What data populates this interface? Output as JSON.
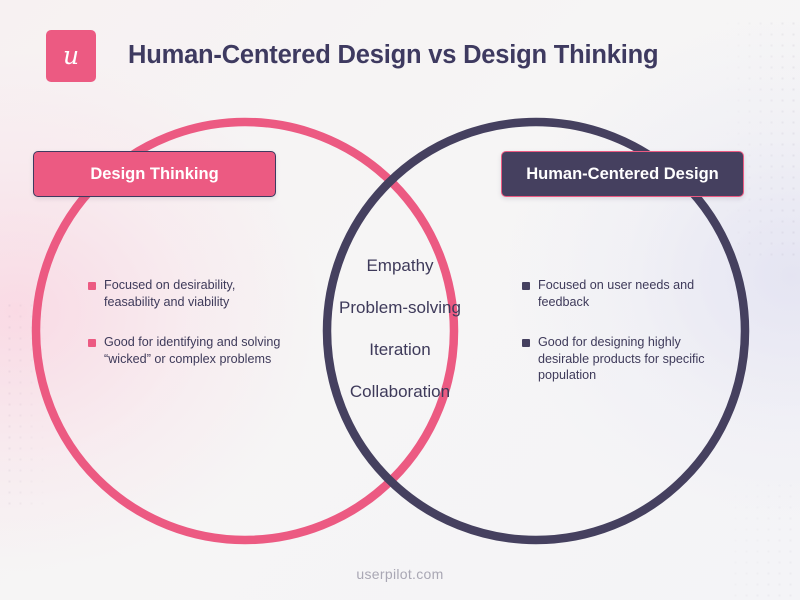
{
  "header": {
    "logo_letter": "u",
    "logo_name": "userpilot-logo",
    "title": "Human-Centered Design vs Design Thinking"
  },
  "colors": {
    "pink": "#ec5a82",
    "navy": "#45405f",
    "title_text": "#3e3a60",
    "body_text": "#3e3a5a",
    "footer_text": "#a9a7b4",
    "background": "#f6f5f5"
  },
  "venn": {
    "left_circle": {
      "label": "Design Thinking",
      "color": "#ec5a82",
      "badge_text_color": "#ffffff",
      "badge_border_color": "#3e3a60",
      "bullets": [
        "Focused on desirability, feasability and viability",
        "Good for identifying and solving “wicked” or complex problems"
      ]
    },
    "right_circle": {
      "label": "Human-Centered Design",
      "color": "#45405f",
      "badge_text_color": "#ffffff",
      "badge_border_color": "#ec5a82",
      "bullets": [
        "Focused on user needs and feedback",
        "Good for designing highly desirable products for specific population"
      ]
    },
    "overlap": {
      "items": [
        "Empathy",
        "Problem-solving",
        "Iteration",
        "Collaboration"
      ]
    }
  },
  "footer": {
    "text": "userpilot.com"
  }
}
